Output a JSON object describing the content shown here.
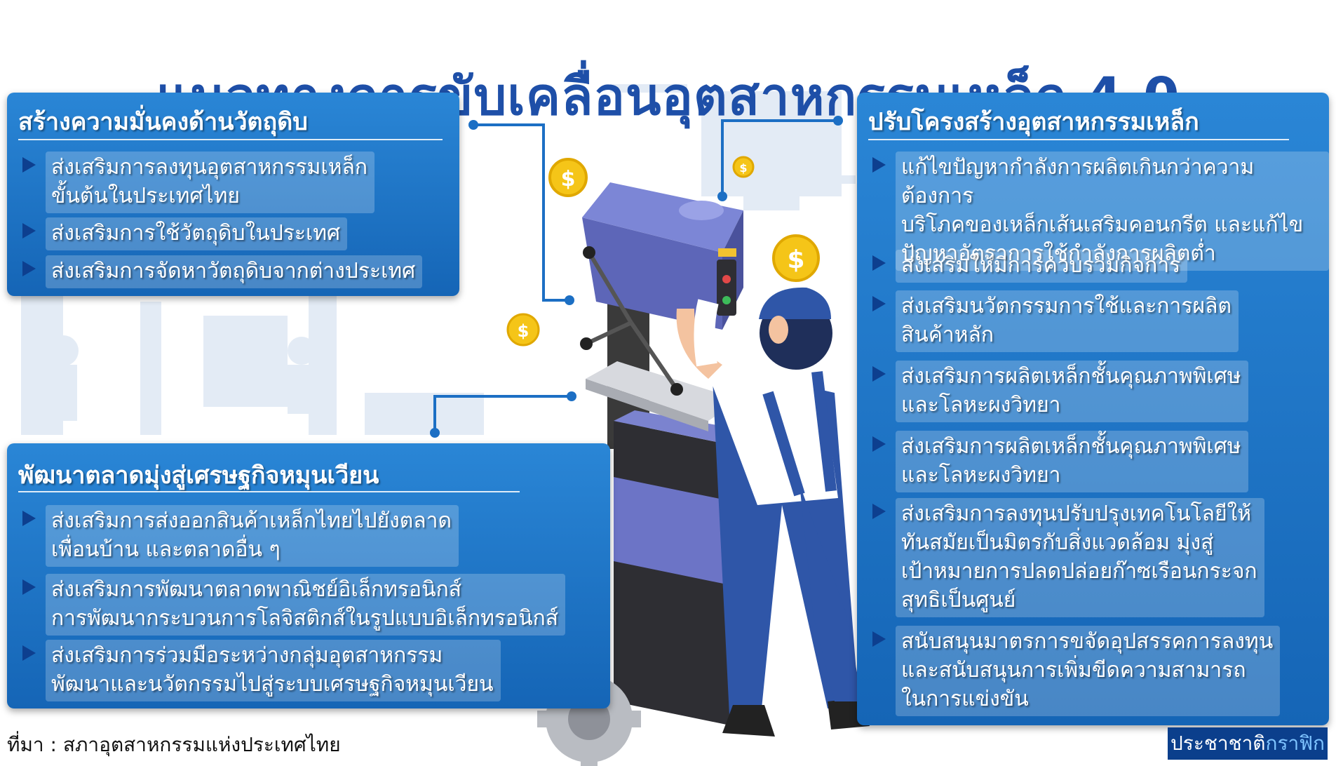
{
  "title": "แนวทางการขับเคลื่อนอุตสาหกรรมเหล็ก 4.0",
  "panels": {
    "raw_material": {
      "title": "สร้างความมั่นคงด้านวัตถุดิบ",
      "items": [
        "ส่งเสริมการลงทุนอุตสาหกรรมเหล็ก\nขั้นต้นในประเทศไทย",
        "ส่งเสริมการใช้วัตถุดิบในประเทศ",
        "ส่งเสริมการจัดหาวัตถุดิบจากต่างประเทศ"
      ]
    },
    "market": {
      "title": "พัฒนาตลาดมุ่งสู่เศรษฐกิจหมุนเวียน",
      "items": [
        "ส่งเสริมการส่งออกสินค้าเหล็กไทยไปยังตลาด\nเพื่อนบ้าน และตลาดอื่น ๆ",
        "ส่งเสริมการพัฒนาตลาดพาณิชย์อิเล็กทรอนิกส์\nการพัฒนากระบวนการโลจิสติกส์ในรูปแบบอิเล็กทรอนิกส์",
        "ส่งเสริมการร่วมมือระหว่างกลุ่มอุตสาหกรรม\nพัฒนาและนวัตกรรมไปสู่ระบบเศรษฐกิจหมุนเวียน"
      ]
    },
    "restructure": {
      "title": "ปรับโครงสร้างอุตสาหกรรมเหล็ก",
      "items": [
        "แก้ไขปัญหากำลังการผลิตเกินกว่าความต้องการ\nบริโภคของเหล็กเส้นเสริมคอนกรีต และแก้ไข\nปัญหาอัตราการใช้กำลังการผลิตต่ำ",
        "ส่งเสริมให้มีการควบรวมกิจการ",
        "ส่งเสริมนวัตกรรมการใช้และการผลิต\nสินค้าหลัก",
        "ส่งเสริมการผลิตเหล็กชั้นคุณภาพพิเศษ\nและโลหะผงวิทยา",
        "ส่งเสริมการผลิตเหล็กชั้นคุณภาพพิเศษ\nและโลหะผงวิทยา",
        "ส่งเสริมการลงทุนปรับปรุงเทคโนโลยีให้\nทันสมัยเป็นมิตรกับสิ่งแวดล้อม มุ่งสู่\nเป้าหมายการปลดปล่อยก๊าซเรือนกระจก\nสุทธิเป็นศูนย์",
        "สนับสนุนมาตรการขจัดอุปสรรคการลงทุน\nและสนับสนุนการเพิ่มขีดความสามารถ\nในการแข่งขัน"
      ]
    }
  },
  "source": "ที่มา : สภาอุตสาหกรรมแห่งประเทศไทย",
  "logo": {
    "part1": "ประชาชาติ",
    "part2": "กราฟิก"
  },
  "colors": {
    "title": "#1e4fa8",
    "panel": "#1a72c4",
    "bullet": "#0d3f8f",
    "coin": "#f5c518"
  },
  "coins": [
    "$",
    "$",
    "$",
    "$"
  ]
}
